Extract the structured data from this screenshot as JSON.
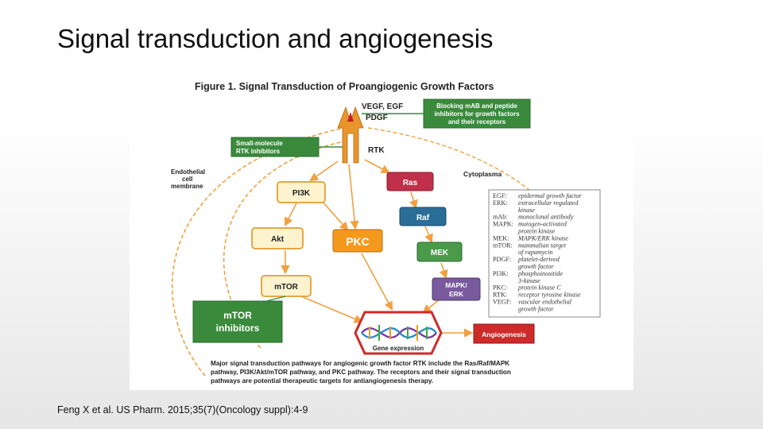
{
  "slide": {
    "title": "Signal transduction and angiogenesis",
    "citation": "Feng X et al. US Pharm. 2015;35(7)(Oncology suppl):4-9"
  },
  "figure": {
    "title": "Figure 1. Signal Transduction of Proangiogenic Growth Factors",
    "growth_factors": [
      "VEGF, EGF",
      "PDGF"
    ],
    "blocking_box": [
      "Blocking mAB and peptide",
      "inhibitors for growth factors",
      "and their receptors"
    ],
    "small_molecule_box": [
      "Small-molecule",
      "RTK inhibitors"
    ],
    "rtk_label": "RTK",
    "membrane_label": [
      "Endothelial",
      "cell",
      "membrane"
    ],
    "cytoplasma_label": "Cytoplasma",
    "nodes": {
      "pi3k": "PI3K",
      "akt": "Akt",
      "mtor": "mTOR",
      "pkc": "PKC",
      "ras": "Ras",
      "raf": "Raf",
      "mek": "MEK",
      "mapk": [
        "MAPK/",
        "ERK"
      ],
      "mtor_inhibitors": [
        "mTOR",
        "inhibitors"
      ],
      "gene_expression": "Gene expression",
      "angiogenesis": "Angiogenesis"
    },
    "glossary": [
      {
        "abbr": "EGF:",
        "lines": [
          "epidermal growth factor"
        ]
      },
      {
        "abbr": "ERK:",
        "lines": [
          "extracellular regulated",
          "kinase"
        ]
      },
      {
        "abbr": "mAb:",
        "lines": [
          "monoclonal antibody"
        ]
      },
      {
        "abbr": "MAPK:",
        "lines": [
          "mutogen-activated",
          "protein kinase"
        ]
      },
      {
        "abbr": "MEK:",
        "lines": [
          "MAPK/ERK kinase"
        ]
      },
      {
        "abbr": "mTOR:",
        "lines": [
          "mammalian target",
          "of rapamycin"
        ]
      },
      {
        "abbr": "PDGF:",
        "lines": [
          "platelet-derived",
          "growth factor"
        ]
      },
      {
        "abbr": "PI3K:",
        "lines": [
          "phosphoinositide",
          "3-kinase"
        ]
      },
      {
        "abbr": "PKC:",
        "lines": [
          "protein kinase C"
        ]
      },
      {
        "abbr": "RTK:",
        "lines": [
          "receptor tyrosine kinase"
        ]
      },
      {
        "abbr": "VEGF:",
        "lines": [
          "vascular endothelial",
          "growth factor"
        ]
      }
    ],
    "caption": [
      "Major signal transduction pathways for angiogenic growth factor RTK include the Ras/Raf/MAPK",
      "pathway, PI3K/Akt/mTOR pathway, and PKC pathway. The receptors and their signal transduction",
      "pathways are potential therapeutic targets for antiangiogenesis therapy."
    ],
    "colors": {
      "orange_arrow": "#f0a040",
      "pale_yellow": "#fdf3cf",
      "node_border": "#e4a846",
      "green": "#3a8a3c",
      "ras_red": "#c0304a",
      "raf_blue": "#2a6e98",
      "mek_green": "#4a9a4a",
      "mapk_purple": "#7a5a9e",
      "pkc_orange": "#f39a1e",
      "angiogenesis_red": "#cf2a2a",
      "rtk_orange": "#e8952c"
    }
  }
}
